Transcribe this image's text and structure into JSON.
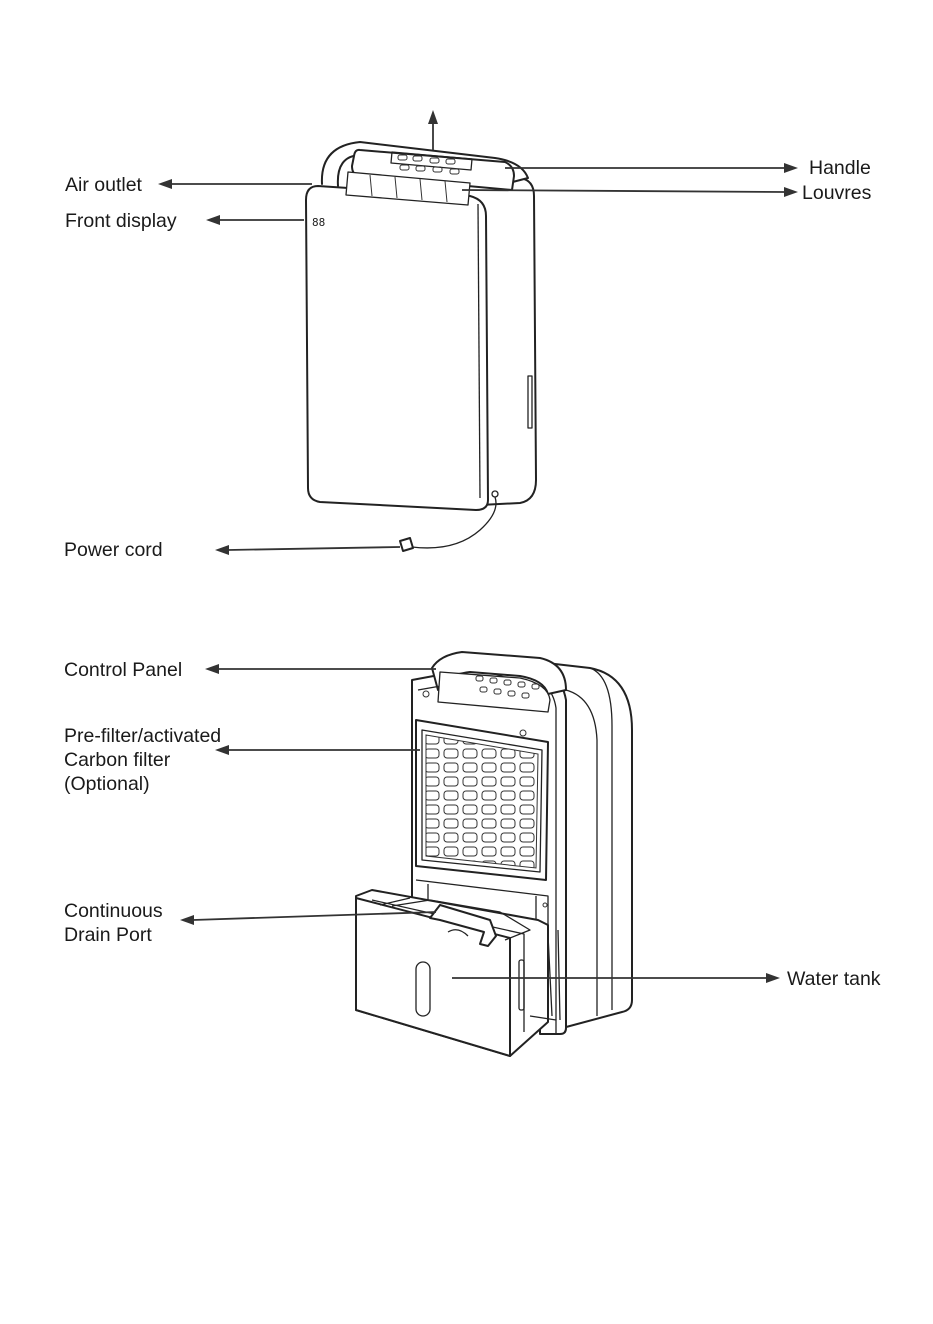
{
  "labels": {
    "air_outlet": "Air outlet",
    "front_display": "Front display",
    "handle": "Handle",
    "louvres": "Louvres",
    "power_cord": "Power cord",
    "control_panel": "Control Panel",
    "prefilter_line1": "Pre-filter/activated",
    "prefilter_line2": "Carbon filter",
    "prefilter_line3": "(Optional)",
    "drain_line1": "Continuous",
    "drain_line2": "Drain Port",
    "water_tank": "Water tank"
  },
  "display_glyph": "88"
}
